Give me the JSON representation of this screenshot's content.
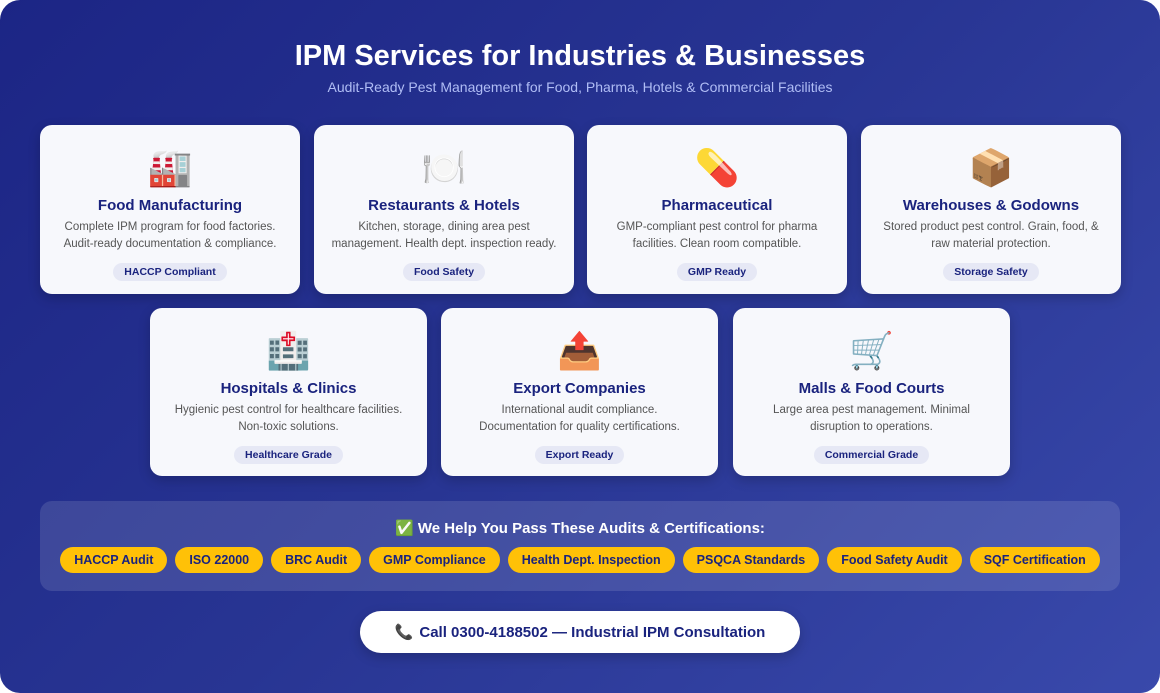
{
  "header": {
    "title": "IPM Services for Industries & Businesses",
    "subtitle": "Audit-Ready Pest Management for Food, Pharma, Hotels & Commercial Facilities"
  },
  "cards": [
    {
      "icon": "🏭",
      "icon_name": "factory-icon",
      "title": "Food Manufacturing",
      "desc": "Complete IPM program for food factories. Audit-ready documentation & compliance.",
      "badge": "HACCP Compliant"
    },
    {
      "icon": "🍽️",
      "icon_name": "plate-cutlery-icon",
      "title": "Restaurants & Hotels",
      "desc": "Kitchen, storage, dining area pest management. Health dept. inspection ready.",
      "badge": "Food Safety"
    },
    {
      "icon": "💊",
      "icon_name": "pill-icon",
      "title": "Pharmaceutical",
      "desc": "GMP-compliant pest control for pharma facilities. Clean room compatible.",
      "badge": "GMP Ready"
    },
    {
      "icon": "📦",
      "icon_name": "package-icon",
      "title": "Warehouses & Godowns",
      "desc": "Stored product pest control. Grain, food, & raw material protection.",
      "badge": "Storage Safety"
    },
    {
      "icon": "🏥",
      "icon_name": "hospital-icon",
      "title": "Hospitals & Clinics",
      "desc": "Hygienic pest control for healthcare facilities. Non-toxic solutions.",
      "badge": "Healthcare Grade"
    },
    {
      "icon": "📤",
      "icon_name": "outbox-icon",
      "title": "Export Companies",
      "desc": "International audit compliance. Documentation for quality certifications.",
      "badge": "Export Ready"
    },
    {
      "icon": "🛒",
      "icon_name": "shopping-cart-icon",
      "title": "Malls & Food Courts",
      "desc": "Large area pest management. Minimal disruption to operations.",
      "badge": "Commercial Grade"
    }
  ],
  "audits": {
    "icon": "✅",
    "heading": "We Help You Pass These Audits & Certifications:",
    "items": [
      "HACCP Audit",
      "ISO 22000",
      "BRC Audit",
      "GMP Compliance",
      "Health Dept. Inspection",
      "PSQCA Standards",
      "Food Safety Audit",
      "SQF Certification"
    ]
  },
  "cta": {
    "icon": "📞",
    "label": "Call 0300-4188502 — Industrial IPM Consultation"
  },
  "colors": {
    "background": "#283593",
    "accent": "#ffc107",
    "title": "#1a237e"
  }
}
